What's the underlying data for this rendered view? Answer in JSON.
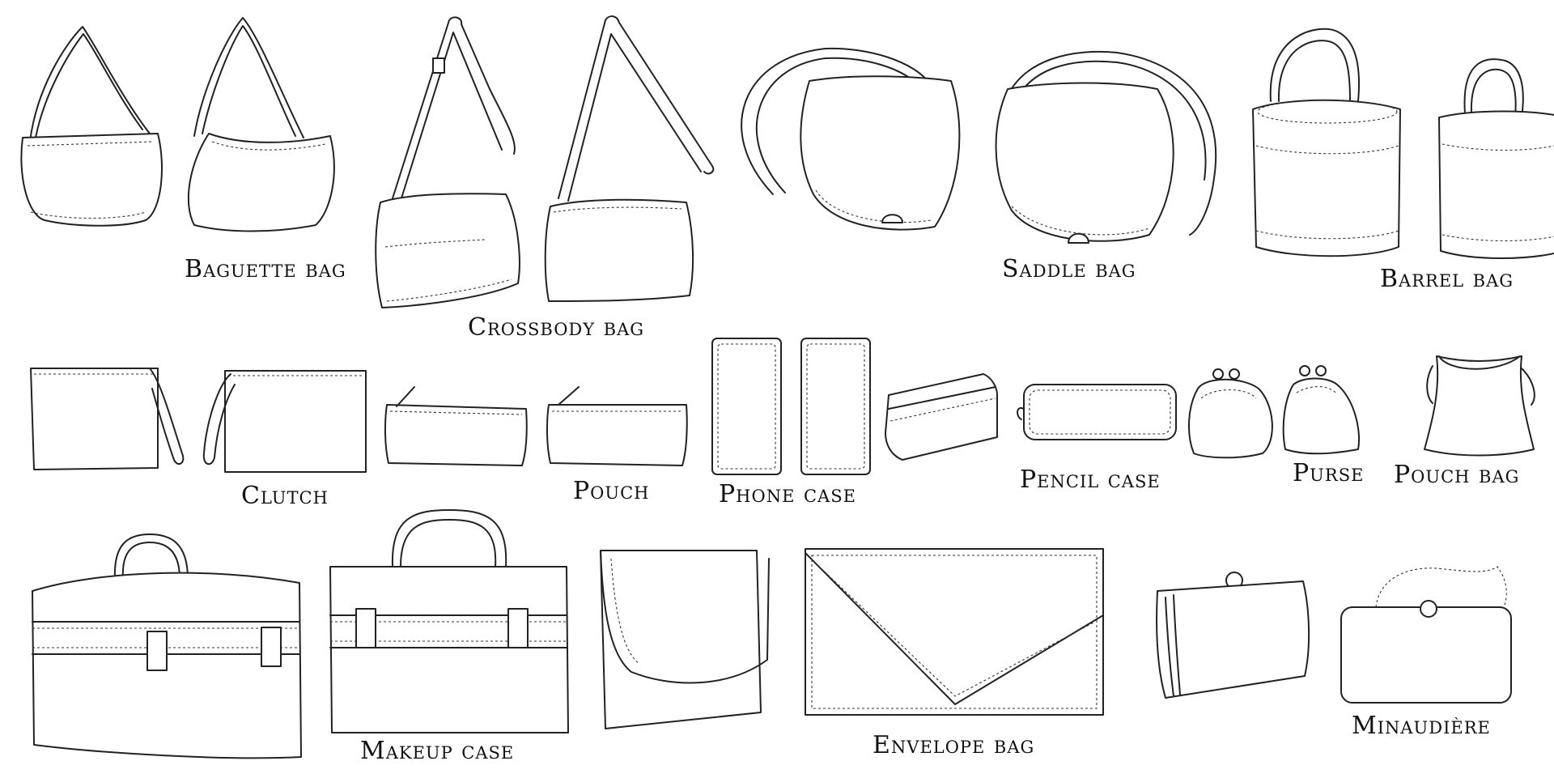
{
  "labels": {
    "baguette": "Baguette bag",
    "crossbody": "Crossbody bag",
    "saddle": "Saddle bag",
    "barrel": "Barrel bag",
    "clutch": "Clutch",
    "pouch": "Pouch",
    "phone_case": "Phone case",
    "pencil_case": "Pencil case",
    "purse": "Purse",
    "pouch_bag": "Pouch bag",
    "makeup_case": "Makeup case",
    "envelope_bag": "Envelope bag",
    "minaudiere": "Minaudière"
  },
  "colors": {
    "line": "#222222",
    "background": "#ffffff"
  }
}
